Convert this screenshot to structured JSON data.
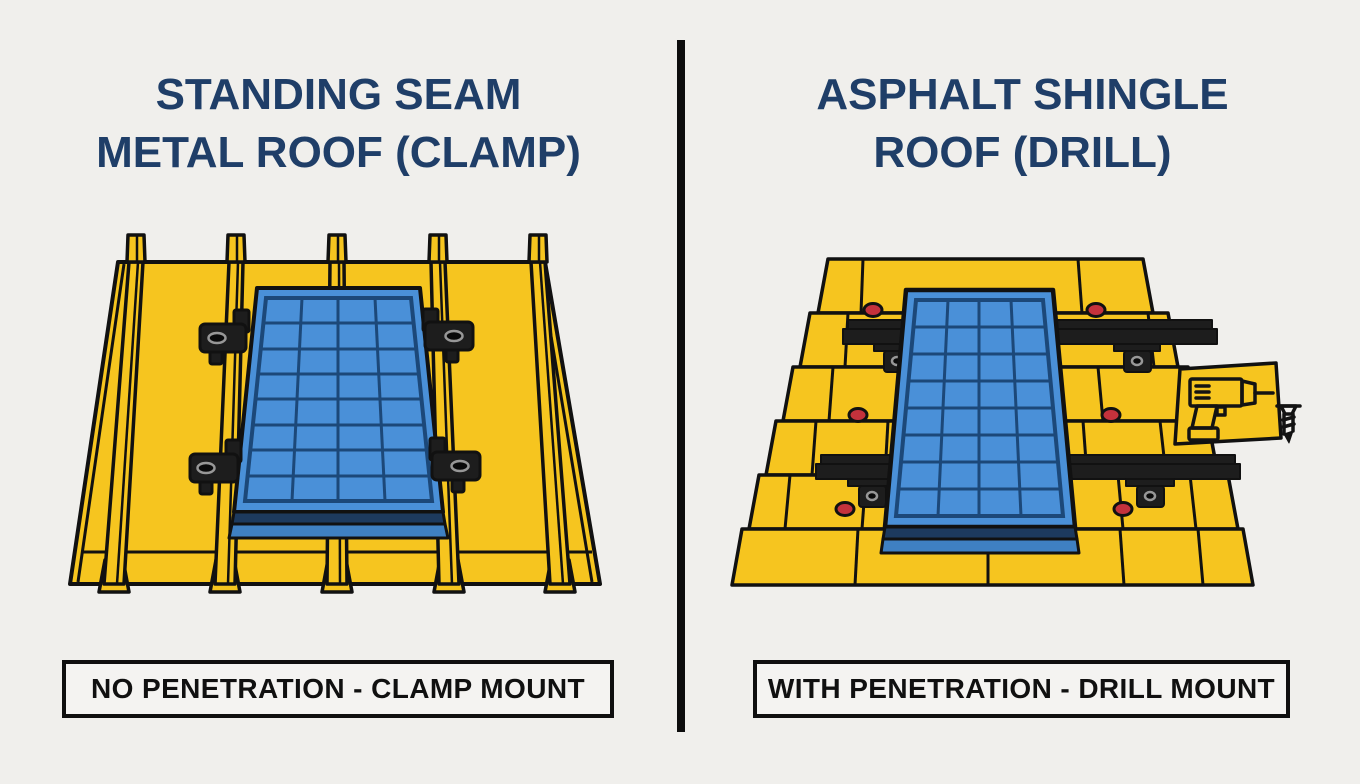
{
  "left": {
    "title_line1": "STANDING SEAM",
    "title_line2": "METAL ROOF (CLAMP)",
    "caption": "NO PENETRATION - CLAMP MOUNT",
    "illustration": {
      "type": "standing-seam-metal-roof-with-solar-panel",
      "seam_count": 5,
      "clamp_count": 4,
      "panel_grid": {
        "columns": 4,
        "rows": 8
      }
    }
  },
  "right": {
    "title_line1": "ASPHALT SHINGLE",
    "title_line2": "ROOF (DRILL)",
    "caption": "WITH PENETRATION - DRILL MOUNT",
    "illustration": {
      "type": "asphalt-shingle-roof-with-solar-panel",
      "shingle_course_count": 6,
      "mounting_rail_count": 2,
      "rail_bracket_count": 4,
      "screw_point_count": 6,
      "icons": [
        "drill-icon",
        "screw-icon"
      ],
      "panel_grid": {
        "columns": 4,
        "rows": 8
      }
    }
  },
  "colors": {
    "background": "#f0efec",
    "title_navy": "#1f3e68",
    "divider": "#0d0d0d",
    "outline": "#111111",
    "roof_yellow": "#f6c51f",
    "panel_blue": "#4a90d8",
    "grid_navy": "#1c4879",
    "frame_blue": "#3f80c2",
    "band_navy": "#1d3a5e",
    "hw_black": "#1d1d1d",
    "screw_red": "#c4323c",
    "caption_bg": "#f4f3f1",
    "caption_text": "#101010"
  }
}
